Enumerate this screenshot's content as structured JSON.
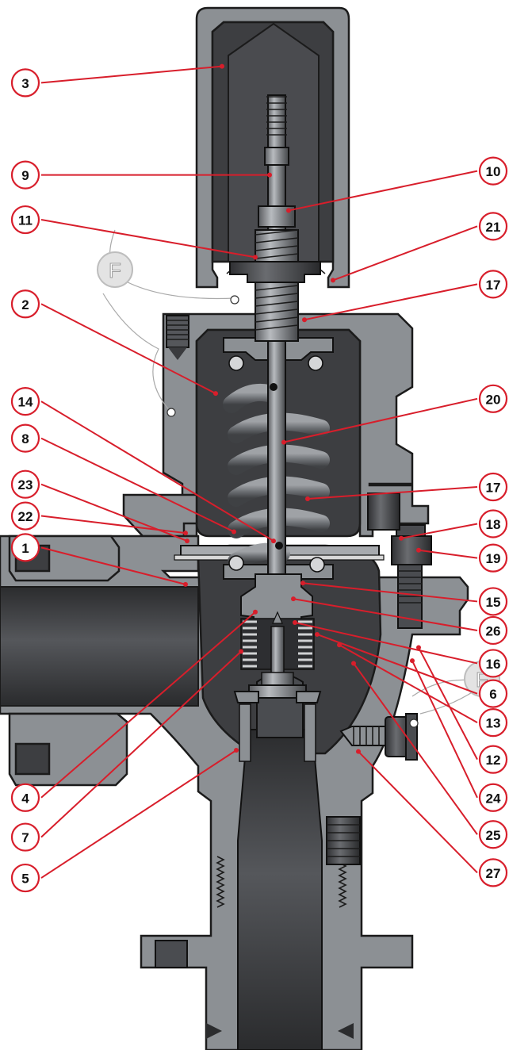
{
  "callouts": [
    {
      "label": "3",
      "side": "left"
    },
    {
      "label": "9",
      "side": "left"
    },
    {
      "label": "11",
      "side": "left"
    },
    {
      "label": "2",
      "side": "left"
    },
    {
      "label": "14",
      "side": "left"
    },
    {
      "label": "8",
      "side": "left"
    },
    {
      "label": "23",
      "side": "left"
    },
    {
      "label": "22",
      "side": "left"
    },
    {
      "label": "1",
      "side": "left"
    },
    {
      "label": "4",
      "side": "left"
    },
    {
      "label": "7",
      "side": "left"
    },
    {
      "label": "5",
      "side": "left"
    },
    {
      "label": "10",
      "side": "right"
    },
    {
      "label": "21",
      "side": "right"
    },
    {
      "label": "17",
      "side": "right"
    },
    {
      "label": "20",
      "side": "right"
    },
    {
      "label": "17",
      "side": "right"
    },
    {
      "label": "18",
      "side": "right"
    },
    {
      "label": "19",
      "side": "right"
    },
    {
      "label": "15",
      "side": "right"
    },
    {
      "label": "26",
      "side": "right"
    },
    {
      "label": "16",
      "side": "right"
    },
    {
      "label": "6",
      "side": "right"
    },
    {
      "label": "13",
      "side": "right"
    },
    {
      "label": "12",
      "side": "right"
    },
    {
      "label": "24",
      "side": "right"
    },
    {
      "label": "25",
      "side": "right"
    },
    {
      "label": "27",
      "side": "right"
    }
  ],
  "seals": [
    {
      "letter": "F",
      "icon": "lead-seal-icon"
    },
    {
      "letter": "F",
      "icon": "lead-seal-icon"
    }
  ],
  "colors": {
    "accent": "#d81e2b",
    "body": "#8c9094",
    "cavity": "#3d3e41"
  }
}
